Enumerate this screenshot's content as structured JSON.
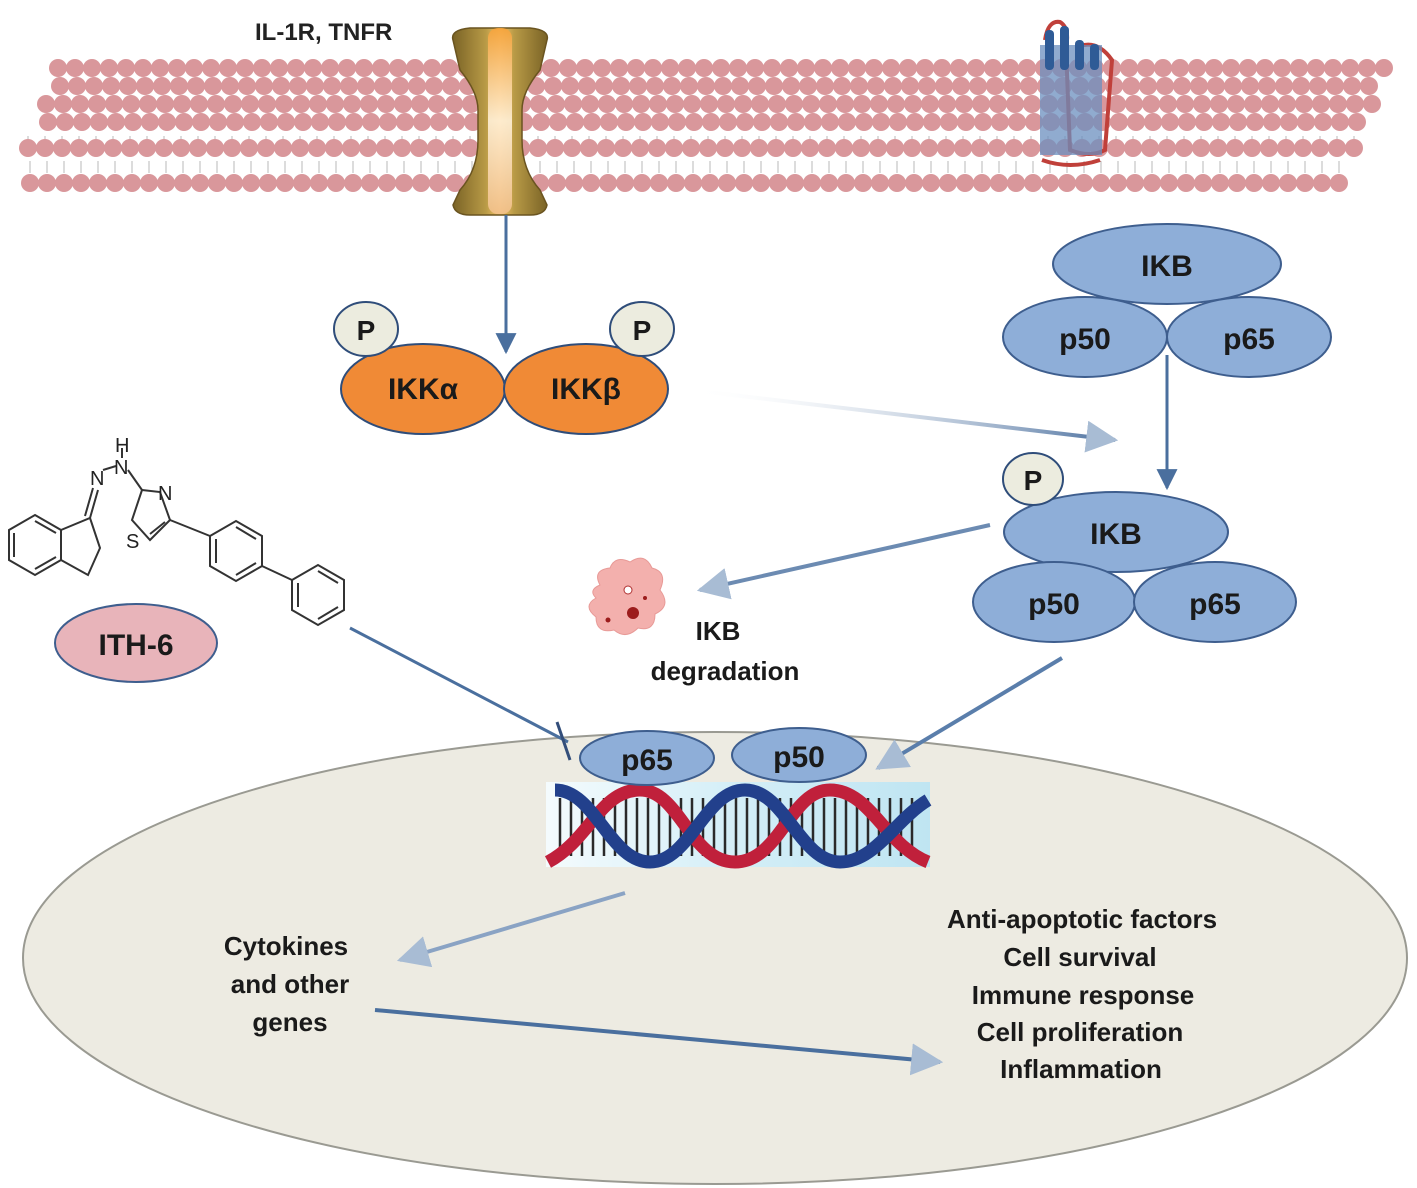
{
  "receptor_label": "IL-1R, TNFR",
  "phospho_label": "P",
  "ikk": {
    "alpha": "IKKα",
    "beta": "IKKβ"
  },
  "complex_inactive": {
    "ikb": "IKB",
    "p50": "p50",
    "p65": "p65"
  },
  "complex_phosphorylated": {
    "ikb": "IKB",
    "p50": "p50",
    "p65": "p65"
  },
  "degradation": {
    "line1": "IKB",
    "line2": "degradation"
  },
  "compound": {
    "name": "ITH-6",
    "atoms": {
      "h": "H",
      "n1": "N",
      "n2": "N",
      "n3": "N",
      "s": "S"
    }
  },
  "nucleus": {
    "p65": "p65",
    "p50": "p50",
    "genes": [
      "Cytokines",
      "and other",
      "genes"
    ],
    "outcomes": [
      "Anti-apoptotic factors",
      "Cell survival",
      "Immune response",
      "Cell proliferation",
      "Inflammation"
    ]
  },
  "colors": {
    "membrane": "#d9979b",
    "ikk_orange": "#f08a36",
    "nfkb_blue": "#8eaed8",
    "blue_stroke": "#3e5e8e",
    "nucleus_fill": "#edebe2",
    "ith6_fill": "#e8b4ba",
    "arrow": "#4a6f9e",
    "dna_red": "#c0203b",
    "dna_blue": "#22408c"
  }
}
